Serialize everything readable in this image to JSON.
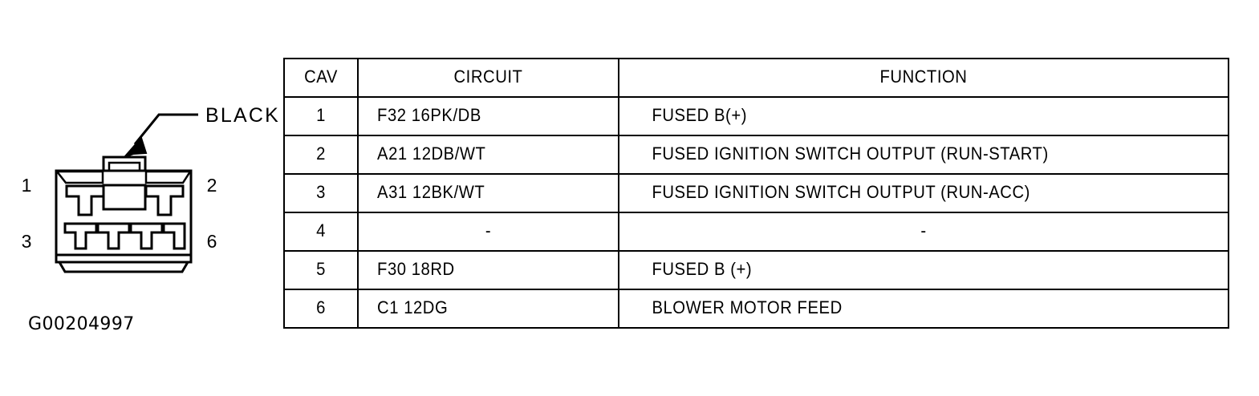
{
  "figure": {
    "caption": "G00204997",
    "connector_color_label": "BLACK",
    "pin_numbers": {
      "top_left": "1",
      "top_right": "2",
      "bottom_left": "3",
      "bottom_right": "6"
    },
    "cavity_count": 6,
    "top_row_terminals": 2,
    "bottom_row_terminals": 4,
    "line_color": "#000000",
    "fill_color": "#ffffff"
  },
  "table": {
    "headers": {
      "cav": "CAV",
      "circuit": "CIRCUIT",
      "function": "FUNCTION"
    },
    "rows": [
      {
        "cav": "1",
        "circuit": "F32 16PK/DB",
        "function": "FUSED B(+)"
      },
      {
        "cav": "2",
        "circuit": "A21 12DB/WT",
        "function": "FUSED IGNITION SWITCH OUTPUT (RUN-START)"
      },
      {
        "cav": "3",
        "circuit": "A31 12BK/WT",
        "function": "FUSED IGNITION SWITCH OUTPUT (RUN-ACC)"
      },
      {
        "cav": "4",
        "circuit": "-",
        "function": "-"
      },
      {
        "cav": "5",
        "circuit": "F30 18RD",
        "function": "FUSED B (+)"
      },
      {
        "cav": "6",
        "circuit": "C1 12DG",
        "function": "BLOWER MOTOR FEED"
      }
    ]
  }
}
